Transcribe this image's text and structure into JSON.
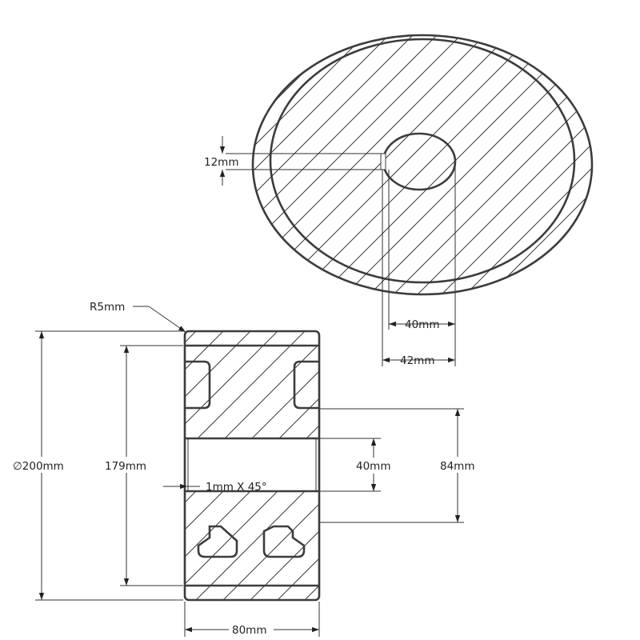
{
  "colors": {
    "line": "#3c3c3c",
    "background": "#ffffff"
  },
  "dimensions": {
    "keyway_width": "12mm",
    "bore_diameter": "40mm",
    "keyway_depth": "42mm",
    "corner_radius": "R5mm",
    "outer_diameter": "∅200mm",
    "tread_diameter": "179mm",
    "chamfer": "1mm  X  45°",
    "hub_bore": "40mm",
    "hub_diameter": "84mm",
    "width": "80mm"
  }
}
